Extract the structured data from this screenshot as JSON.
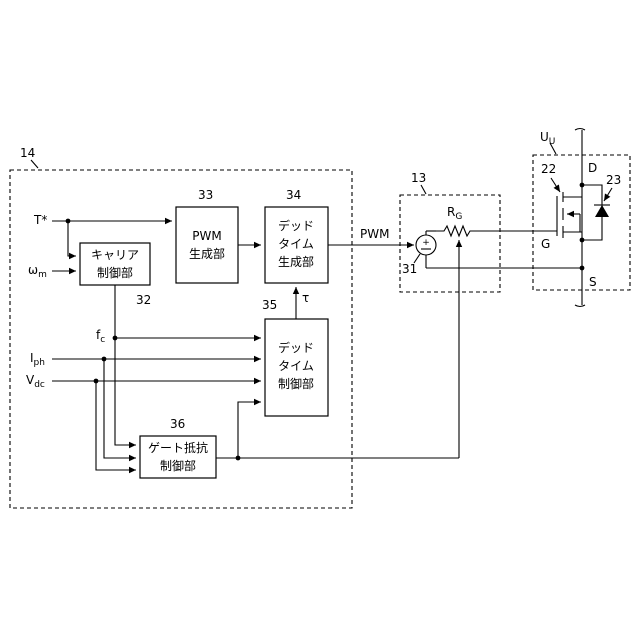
{
  "labels": {
    "ctrl_ref": "14",
    "drv_ref": "13",
    "sw_ref": "U",
    "sw_ref_sub": "U",
    "pwm_ref": "33",
    "dead_ref": "34",
    "deadctrl_ref": "35",
    "gatectrl_ref": "36",
    "carrier_ref": "32",
    "node_ref": "31",
    "fet_ref": "22",
    "diode_ref": "23"
  },
  "blocks": {
    "carrier": [
      "キャリア",
      "制御部"
    ],
    "pwm": [
      "PWM",
      "生成部"
    ],
    "dead_gen": [
      "デッド",
      "タイム",
      "生成部"
    ],
    "dead_ctrl": [
      "デッド",
      "タイム",
      "制御部"
    ],
    "gate_ctrl": [
      "ゲート抵抗",
      "制御部"
    ]
  },
  "signals": {
    "torque": "T*",
    "omega": "ω",
    "omega_sub": "m",
    "fc": "f",
    "fc_sub": "c",
    "iph": "I",
    "iph_sub": "ph",
    "vdc": "V",
    "vdc_sub": "dc",
    "tau": "τ",
    "pwm": "PWM",
    "rg": "R",
    "rg_sub": "G",
    "plus": "+",
    "d": "D",
    "g": "G",
    "s": "S"
  }
}
